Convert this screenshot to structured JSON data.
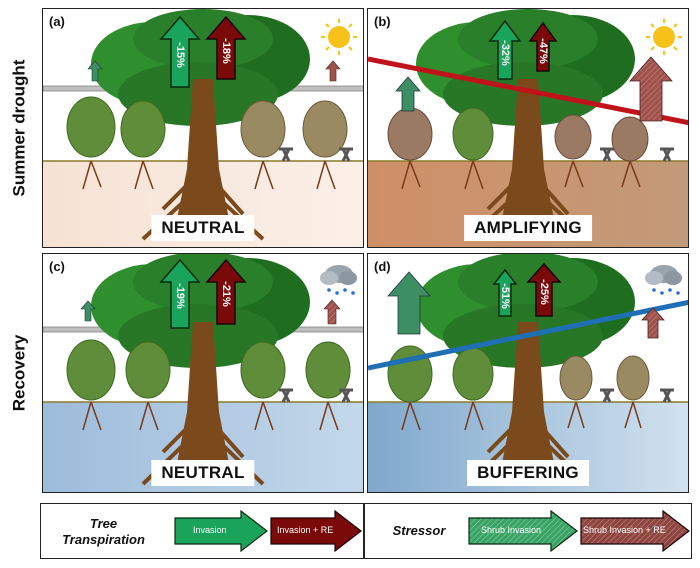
{
  "rows": {
    "top": "Summer drought",
    "bottom": "Recovery"
  },
  "panels": {
    "a": {
      "label": "(a)",
      "effect": "NEUTRAL",
      "invasion_pct": "-15%",
      "invasion_re_pct": "-18%",
      "weather": "sun-icon"
    },
    "b": {
      "label": "(b)",
      "effect": "AMPLIFYING",
      "invasion_pct": "-32%",
      "invasion_re_pct": "-47%",
      "weather": "sun-icon"
    },
    "c": {
      "label": "(c)",
      "effect": "NEUTRAL",
      "invasion_pct": "-19%",
      "invasion_re_pct": "-21%",
      "weather": "rain-cloud-icon"
    },
    "d": {
      "label": "(d)",
      "effect": "BUFFERING",
      "invasion_pct": "-51%",
      "invasion_re_pct": "-25%",
      "weather": "rain-cloud-icon"
    }
  },
  "legend": {
    "tree_title": "Tree Transpiration",
    "tree_invasion": "Invasion",
    "tree_invasion_re": "Invasion + RE",
    "stressor_title": "Stressor",
    "shrub_invasion": "Shrub Invasion",
    "shrub_invasion_re": "Shrub Invasion + RE"
  },
  "colors": {
    "invasion": "#1aa35a",
    "invasion_re": "#7a0a0a",
    "shrub_invasion": "#3d8f63",
    "shrub_invasion_re": "#a0524c",
    "drought_soil": "#c98a63",
    "recovery_soil": "#7fa8cc",
    "amplifying_line": "#c0141a",
    "buffering_line": "#1f6fb5"
  }
}
